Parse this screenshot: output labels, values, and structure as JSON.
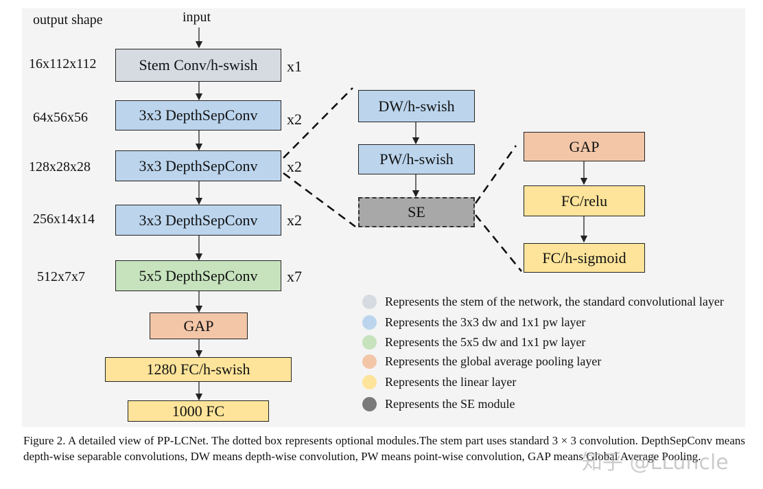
{
  "colors": {
    "stem": "#d6dbe2",
    "blue": "#bcd5ed",
    "green": "#c6e3bd",
    "gap": "#f3c6a8",
    "linear": "#fde49a",
    "se": "#a8a8a8"
  },
  "left": {
    "output_shape_header": "output shape",
    "input_label": "input",
    "blocks": [
      {
        "label": "Stem Conv/h-swish",
        "shape": "16x112x112",
        "repeat": "x1"
      },
      {
        "label": "3x3 DepthSepConv",
        "shape": "64x56x56",
        "repeat": "x2"
      },
      {
        "label": "3x3 DepthSepConv",
        "shape": "128x28x28",
        "repeat": "x2"
      },
      {
        "label": "3x3 DepthSepConv",
        "shape": "256x14x14",
        "repeat": "x2"
      },
      {
        "label": "5x5 DepthSepConv",
        "shape": "512x7x7",
        "repeat": "x7"
      },
      {
        "label": "GAP"
      },
      {
        "label": "1280 FC/h-swish"
      },
      {
        "label": "1000 FC"
      }
    ]
  },
  "middle": {
    "blocks": [
      "DW/h-swish",
      "PW/h-swish",
      "SE"
    ]
  },
  "right": {
    "blocks": [
      "GAP",
      "FC/relu",
      "FC/h-sigmoid"
    ]
  },
  "legend": [
    {
      "color": "#d6dbe2",
      "text": "Represents the stem of the network, the standard convolutional layer"
    },
    {
      "color": "#bcd5ed",
      "text": "Represents the 3x3 dw and 1x1 pw layer"
    },
    {
      "color": "#c6e3bd",
      "text": "Represents the 5x5 dw and 1x1 pw layer"
    },
    {
      "color": "#f3c6a8",
      "text": "Represents the global average pooling layer"
    },
    {
      "color": "#fde49a",
      "text": "Represents the linear layer"
    },
    {
      "color": "#7a7a7a",
      "text": "Represents the SE module"
    }
  ],
  "caption": "Figure 2. A detailed view of PP-LCNet. The dotted box represents optional modules.The stem part uses standard 3 × 3 convolution. DepthSepConv means depth-wise separable convolutions, DW means depth-wise convolution, PW means point-wise convolution, GAP means Global Average Pooling.",
  "watermark": "知乎 @LLuncle"
}
